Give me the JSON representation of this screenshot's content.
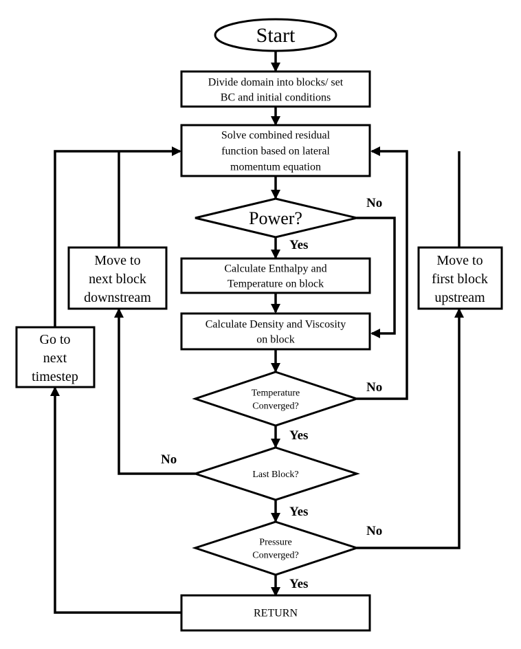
{
  "nodes": {
    "start": {
      "lines": [
        "Start"
      ]
    },
    "divide": {
      "lines": [
        "Divide domain into blocks/ set",
        "BC and initial conditions"
      ]
    },
    "solve": {
      "lines": [
        "Solve combined residual",
        "function based on lateral",
        "momentum equation"
      ]
    },
    "power": {
      "lines": [
        "Power?"
      ]
    },
    "enthalpy": {
      "lines": [
        "Calculate Enthalpy and",
        "Temperature on block"
      ]
    },
    "density": {
      "lines": [
        "Calculate Density and Viscosity",
        "on block"
      ]
    },
    "temp_conv": {
      "lines": [
        "Temperature",
        "Converged?"
      ]
    },
    "last_block": {
      "lines": [
        "Last Block?"
      ]
    },
    "pressure_conv": {
      "lines": [
        "Pressure",
        "Converged?"
      ]
    },
    "return": {
      "lines": [
        "RETURN"
      ]
    },
    "next_block": {
      "lines": [
        "Move to",
        "next block",
        "downstream"
      ]
    },
    "first_block": {
      "lines": [
        "Move to",
        "first block",
        "upstream"
      ]
    },
    "next_timestep": {
      "lines": [
        "Go to",
        "next",
        "timestep"
      ]
    }
  },
  "edge_labels": {
    "power_no": "No",
    "power_yes": "Yes",
    "temp_no": "No",
    "temp_yes": "Yes",
    "last_no": "No",
    "last_yes": "Yes",
    "pressure_no": "No",
    "pressure_yes": "Yes"
  }
}
